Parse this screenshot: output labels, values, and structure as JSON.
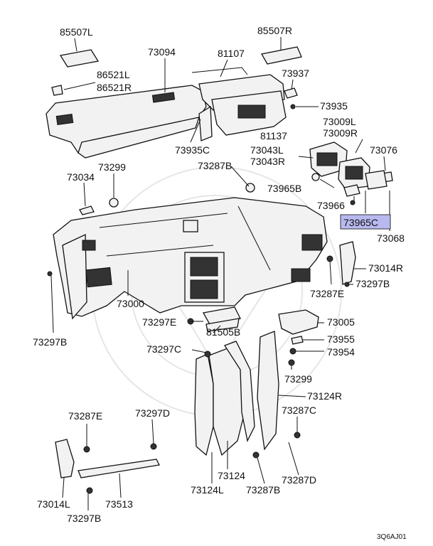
{
  "diagram": {
    "highlight_color": "#b9b9f0",
    "labels": [
      {
        "id": "85507L",
        "text": "85507L"
      },
      {
        "id": "85507R",
        "text": "85507R"
      },
      {
        "id": "73094",
        "text": "73094"
      },
      {
        "id": "81107",
        "text": "81107"
      },
      {
        "id": "73937",
        "text": "73937"
      },
      {
        "id": "86521L",
        "text": "86521L"
      },
      {
        "id": "86521R",
        "text": "86521R"
      },
      {
        "id": "73935",
        "text": "73935"
      },
      {
        "id": "73009L",
        "text": "73009L"
      },
      {
        "id": "73009R",
        "text": "73009R"
      },
      {
        "id": "81137",
        "text": "81137"
      },
      {
        "id": "73935C",
        "text": "73935C"
      },
      {
        "id": "73043L",
        "text": "73043L"
      },
      {
        "id": "73043R",
        "text": "73043R"
      },
      {
        "id": "73076",
        "text": "73076"
      },
      {
        "id": "73299a",
        "text": "73299"
      },
      {
        "id": "73287B",
        "text": "73287B"
      },
      {
        "id": "73034",
        "text": "73034"
      },
      {
        "id": "73965B",
        "text": "73965B"
      },
      {
        "id": "73966",
        "text": "73966"
      },
      {
        "id": "73965C",
        "text": "73965C"
      },
      {
        "id": "73068",
        "text": "73068"
      },
      {
        "id": "73014R",
        "text": "73014R"
      },
      {
        "id": "73297B_r",
        "text": "73297B"
      },
      {
        "id": "73287E_r",
        "text": "73287E"
      },
      {
        "id": "73000",
        "text": "73000"
      },
      {
        "id": "73297B_l",
        "text": "73297B"
      },
      {
        "id": "73297E",
        "text": "73297E"
      },
      {
        "id": "81505B",
        "text": "81505B"
      },
      {
        "id": "73005",
        "text": "73005"
      },
      {
        "id": "73955",
        "text": "73955"
      },
      {
        "id": "73954",
        "text": "73954"
      },
      {
        "id": "73297C",
        "text": "73297C"
      },
      {
        "id": "73299b",
        "text": "73299"
      },
      {
        "id": "73124R",
        "text": "73124R"
      },
      {
        "id": "73287E_b",
        "text": "73287E"
      },
      {
        "id": "73297D",
        "text": "73297D"
      },
      {
        "id": "73287C",
        "text": "73287C"
      },
      {
        "id": "73124",
        "text": "73124"
      },
      {
        "id": "73124L",
        "text": "73124L"
      },
      {
        "id": "73287B_b",
        "text": "73287B"
      },
      {
        "id": "73287D",
        "text": "73287D"
      },
      {
        "id": "73014L",
        "text": "73014L"
      },
      {
        "id": "73513",
        "text": "73513"
      },
      {
        "id": "73297B_b",
        "text": "73297B"
      }
    ],
    "figure_code": "3Q6AJ01"
  }
}
